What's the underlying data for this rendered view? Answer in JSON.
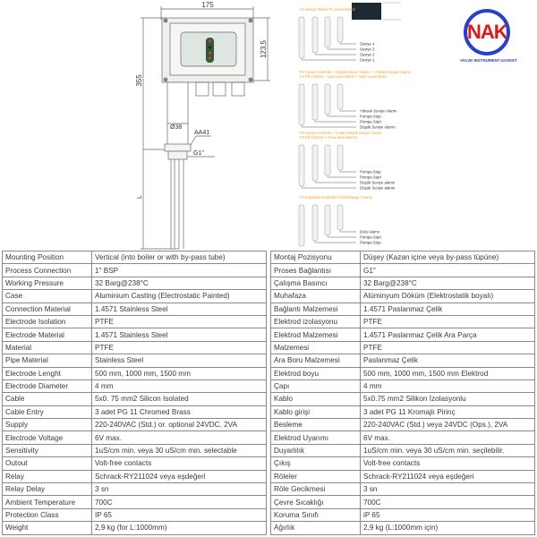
{
  "drawing": {
    "dim_width": "175",
    "dim_height": "355",
    "dim_box": "123,5",
    "dim_diameter": "Ø38",
    "dim_hex": "AA41",
    "dim_thread": "G1\"",
    "dim_length": "L"
  },
  "diagrams": [
    {
      "header": [
        "F1 Seviye Rölesi  F1 Level Switch"
      ],
      "labels": [
        "Seviye 4",
        "Seviye 3",
        "Seviye 2",
        "Seviye 1"
      ]
    },
    {
      "header": [
        "F2 Seviye Kontrolü + Düşük Seviye Alarmı + Yüksek Seviye Alarmı",
        "F2 Fill Control + Low Level alarm + High Level alarm"
      ],
      "labels": [
        "Yüksek Seviye Alarmı",
        "Pompa Stop",
        "Pompa Start",
        "Düşük Seviye Alarmı"
      ]
    },
    {
      "header": [
        "F3 Seviye Kontrolü + 2 adet Düşük Seviye Alarmı",
        "F3 Fill Control + 2 low level alarms"
      ],
      "labels": [
        "Pompa Stop",
        "Pompa Start",
        "Düşük Seviye alarmı",
        "Düşük Seviye alarmı"
      ]
    },
    {
      "header": [
        "F4 Boşaltma Kontrolü  F4 Discharge Control"
      ],
      "labels": [
        "Dolu Alarmı",
        "Pompa Start",
        "Pompa Stop"
      ]
    }
  ],
  "logo": {
    "text": "NAK",
    "tagline": "VALVE-INSTRUMENT-GASKET"
  },
  "colors": {
    "accent": "#f0a030",
    "logo_blue": "#2a3fd0",
    "logo_red": "#e01818"
  },
  "specs_en": [
    [
      "Mounting Position",
      "Vertical (into boiler or with by-pass tube)"
    ],
    [
      "Process Connection",
      "1\" BSP"
    ],
    [
      "Working Pressure",
      "32 Barg@238°C"
    ],
    [
      "Case",
      "Aluminium Casting (Electrostatic Painted)"
    ],
    [
      "Connection Material",
      "1.4571 Stainless Steel"
    ],
    [
      "Electrode Isolation",
      "PTFE"
    ],
    [
      "Electrode Material",
      "1.4571 Stainless Steel"
    ],
    [
      "Material",
      "PTFE"
    ],
    [
      "Pipe Material",
      "Stainless Steel"
    ],
    [
      "Electrode Lenght",
      "500 mm, 1000 mm, 1500 mm"
    ],
    [
      "Electrode Diameter",
      "4 mm"
    ],
    [
      "Cable",
      "5x0. 75 mm2 Silicon Isolated"
    ],
    [
      "Cable Entry",
      "3 adet PG 11 Chromed Brass"
    ],
    [
      "Supply",
      "220-240VAC (Std.) or. optional 24VDC, 2VA"
    ],
    [
      "Electrode Voltage",
      "6V max."
    ],
    [
      "Sensitivity",
      "1uS/cm min. veya 30 uS/cm min. selectable"
    ],
    [
      "Outout",
      "Volt-free contacts"
    ],
    [
      "Relay",
      "Schrack-RY211024 veya eşdeğeri"
    ],
    [
      "Relay Delay",
      "3 sn"
    ],
    [
      "Ambient Temperature",
      "700C"
    ],
    [
      "Protection Class",
      "IP 65"
    ],
    [
      "Weight",
      "2,9 kg (for L:1000mm)"
    ]
  ],
  "specs_tr": [
    [
      "Montaj Pozisyonu",
      "Düşey (Kazan içine veya by-pass tüpüne)"
    ],
    [
      "Proses Bağlantısı",
      "G1\""
    ],
    [
      "Çalışma Basıncı",
      "32 Barg@238°C"
    ],
    [
      "Muhafaza",
      "Alüminyum Döküm (Elektrostatik boyalı)"
    ],
    [
      "Bağlantı Malzemesi",
      "1.4571 Paslanmaz Çelik"
    ],
    [
      "Elektrod izolasyonu",
      "PTFE"
    ],
    [
      "Elektrod Malzemesi",
      "1.4571 Paslanmaz Çelik Ara Parça"
    ],
    [
      "Malzemesi",
      "PTFE"
    ],
    [
      "Ara Boru Malzemesi",
      "Paslanmaz Çelik"
    ],
    [
      "Elektrod boyu",
      "500 mm, 1000 mm, 1500 mm Elektrod"
    ],
    [
      "Çapı",
      "4 mm"
    ],
    [
      "Kablo",
      "5x0.75 mm2 Silikon İzolasyonlu"
    ],
    [
      "Kablo girişi",
      "3 adet PG 11 Kromajlı Pirinç"
    ],
    [
      "Besleme",
      "220-240VAC (Std.) veya 24VDC (Ops.), 2VA"
    ],
    [
      "Elektrod Uyarımı",
      "6V max."
    ],
    [
      "Duyarlılık",
      "1uS/cm min. veya 30 uS/cm min. seçilebilir."
    ],
    [
      "Çıkış",
      "Volt-free contacts"
    ],
    [
      "Röleler",
      "Schrack-RY211024 veya eşdeğeri"
    ],
    [
      "Röle Gecikmesi",
      "3 sn"
    ],
    [
      "Çevre Sıcaklığı",
      "700C"
    ],
    [
      "Koruma Sınıfı",
      "iP 65"
    ],
    [
      "Ağırlık",
      "2,9 kg (L:1000mm için)"
    ]
  ]
}
